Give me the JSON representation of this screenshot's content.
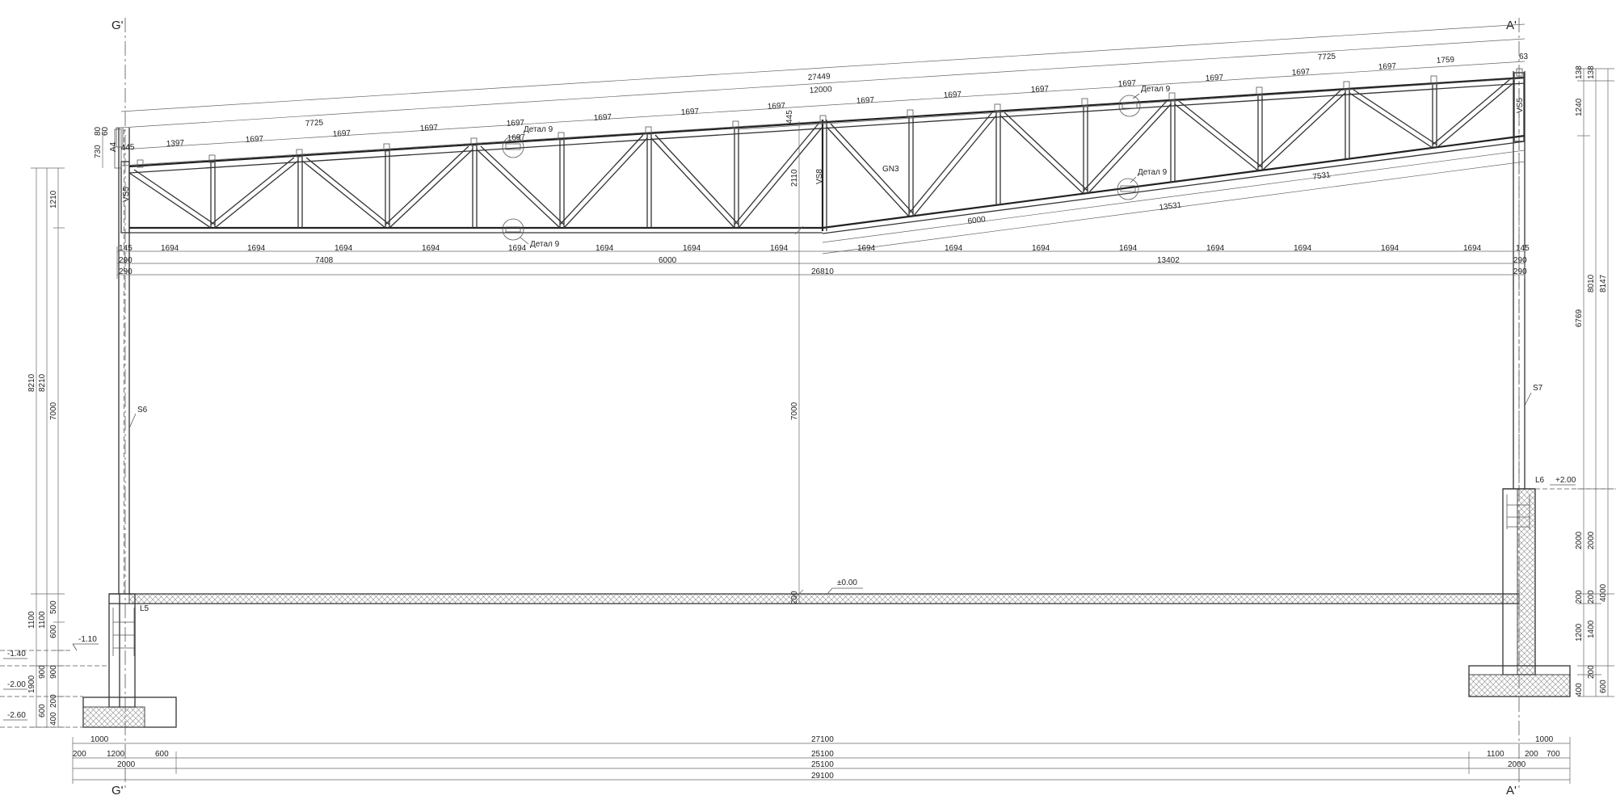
{
  "axes": {
    "left_top": "G'",
    "left_bottom": "G'",
    "right_top": "A'",
    "right_bottom": "A'"
  },
  "members": {
    "truss": "GN3",
    "left_column": "S6",
    "right_column": "S7",
    "left_beam": "L5",
    "right_beam": "L6",
    "vs5_left": "VS5",
    "vs5_right": "VS5",
    "vs8": "VS8",
    "a4": "A4"
  },
  "details": {
    "d1": "Детал 9",
    "d2": "Детал 9",
    "d3": "Детал 9",
    "d4": "Детал 9"
  },
  "levels": {
    "zero": "±0.00",
    "plus2": "+2.00",
    "m110": "-1.10",
    "m140": "-1.40",
    "m200": "-2.00",
    "m260": "-2.60"
  },
  "top_chord_dims": {
    "overall": "27449",
    "span_12000": "12000",
    "left_7725": "7725",
    "right_7725": "7725",
    "right_63": "63",
    "right_1759": "1759",
    "left_445": "445",
    "left_1397": "1397",
    "panels": [
      "1697",
      "1697",
      "1697",
      "1697",
      "1697",
      "1697",
      "1697",
      "1697",
      "1697",
      "1697",
      "1697",
      "1697",
      "1697",
      "1697"
    ],
    "mid_445": "445"
  },
  "bottom_chord_dims": {
    "d6000": "6000",
    "d13531": "13531",
    "d7531": "7531"
  },
  "panel_row": {
    "left_end": "145",
    "right_end": "145",
    "panels": [
      "1694",
      "1694",
      "1694",
      "1694",
      "1694",
      "1694",
      "1694",
      "1694",
      "1694",
      "1694",
      "1694",
      "1694",
      "1694",
      "1694",
      "1694",
      "1694"
    ]
  },
  "span_rows": {
    "r1_left": "290",
    "r1_a": "7408",
    "r1_b": "6000",
    "r1_c": "13402",
    "r1_right": "290",
    "r2_left": "290",
    "r2_total": "26810",
    "r2_right": "290"
  },
  "heights": {
    "h2110": "2110",
    "h7000_mid": "7000",
    "h200_mid": "200",
    "left_730": "730",
    "left_80": "80",
    "left_60": "60"
  },
  "left_dims": {
    "a8210": "8210",
    "b8210": "8210",
    "c1210": "1210",
    "c7000": "7000",
    "a1100": "1100",
    "b1100": "1100",
    "c500": "500",
    "c600": "600",
    "a1900": "1900",
    "b900": "900",
    "c900": "900",
    "a600": "600",
    "b400": "400",
    "c200": "200"
  },
  "right_dims": {
    "a138": "138",
    "b138": "138",
    "a1240": "1240",
    "b8010": "8010",
    "c8147": "8147",
    "a6769": "6769",
    "a2000": "2000",
    "b2000": "2000",
    "c4000": "4000",
    "a200": "200",
    "b200": "200",
    "a1200": "1200",
    "b1400": "1400",
    "a400": "400",
    "b200b": "200",
    "c600": "600"
  },
  "bottom_dims": {
    "l1000": "1000",
    "c27100": "27100",
    "r1000": "1000",
    "l200": "200",
    "l1200": "1200",
    "l600": "600",
    "c25100a": "25100",
    "r1100": "1100",
    "r200": "200",
    "r700": "700",
    "l2000": "2000",
    "c25100b": "25100",
    "r2000": "2000",
    "c29100": "29100"
  }
}
